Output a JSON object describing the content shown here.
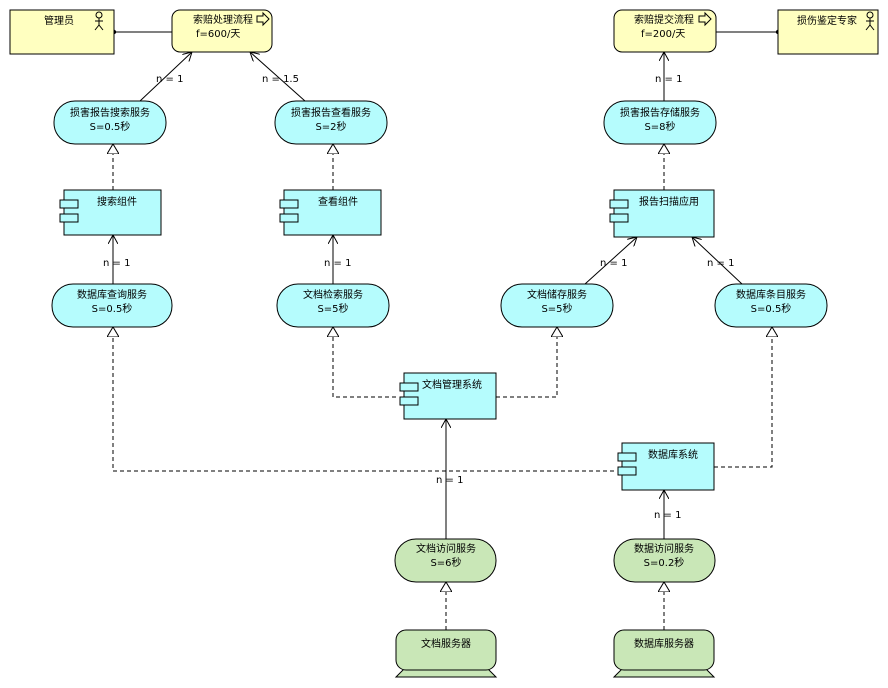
{
  "colors": {
    "actor_fill": "#ffffc0",
    "process_fill": "#ffffc0",
    "service_fill": "#b5fcfd",
    "component_fill": "#b5fcfd",
    "infra_service_fill": "#c9e7b7",
    "node_fill": "#c9e7b7",
    "stroke": "#000000"
  },
  "actors": {
    "admin": "管理员",
    "expert": "损伤鉴定专家"
  },
  "processes": {
    "claim_process": {
      "name": "索赔处理流程",
      "freq": "f=600/天"
    },
    "claim_submit": {
      "name": "索赔提交流程",
      "freq": "f=200/天"
    }
  },
  "services": {
    "search_service": {
      "name": "损害报告搜索服务",
      "metric": "S=0.5秒"
    },
    "view_service": {
      "name": "损害报告查看服务",
      "metric": "S=2秒"
    },
    "store_service": {
      "name": "损害报告存储服务",
      "metric": "S=8秒"
    },
    "db_query": {
      "name": "数据库查询服务",
      "metric": "S=0.5秒"
    },
    "doc_retrieve": {
      "name": "文档检索服务",
      "metric": "S=5秒"
    },
    "doc_store": {
      "name": "文档储存服务",
      "metric": "S=5秒"
    },
    "db_entry": {
      "name": "数据库条目服务",
      "metric": "S=0.5秒"
    },
    "doc_access": {
      "name": "文档访问服务",
      "metric": "S=6秒"
    },
    "db_access": {
      "name": "数据访问服务",
      "metric": "S=0.2秒"
    }
  },
  "components": {
    "search_comp": "搜索组件",
    "view_comp": "查看组件",
    "scan_app": "报告扫描应用",
    "doc_mgmt": "文档管理系统",
    "db_sys": "数据库系统"
  },
  "nodes": {
    "doc_server": "文档服务器",
    "db_server": "数据库服务器"
  },
  "edge_labels": {
    "search_to_claim": "n = 1",
    "view_to_claim": "n = 1.5",
    "store_to_submit": "n = 1",
    "dbq_to_search": "n = 1",
    "docr_to_view": "n = 1",
    "docs_to_scan": "n = 1",
    "dbe_to_scan": "n = 1",
    "doca_to_mgmt": "n = 1",
    "dba_to_db": "n = 1"
  }
}
